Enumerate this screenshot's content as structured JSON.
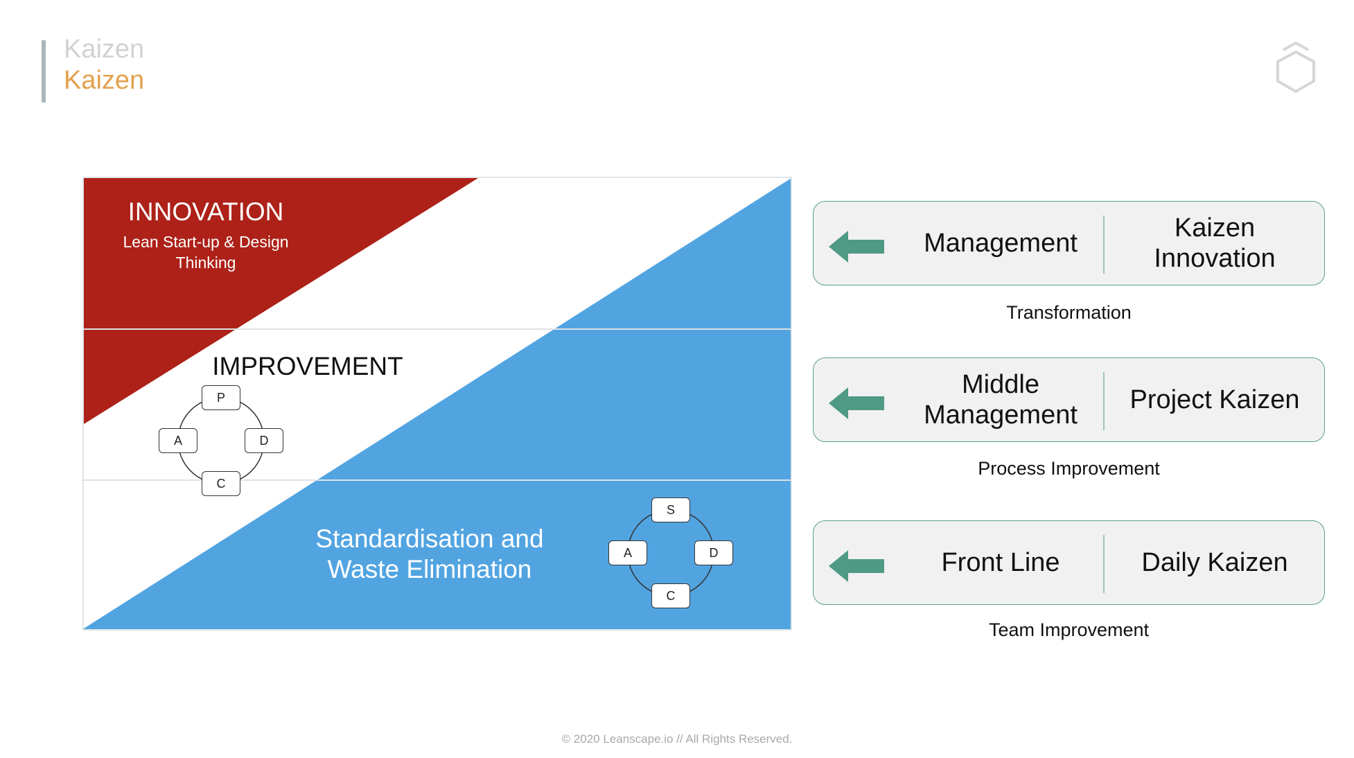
{
  "header": {
    "title_faded": "Kaizen",
    "title": "Kaizen"
  },
  "logo": {
    "icon": "hexagon-logo-icon"
  },
  "diagram": {
    "innovation": {
      "title": "INNOVATION",
      "subtitle_line1": "Lean Start-up & Design",
      "subtitle_line2": "Thinking"
    },
    "improvement": {
      "title": "IMPROVEMENT"
    },
    "standardisation": {
      "title_line1": "Standardisation and",
      "title_line2": "Waste Elimination"
    },
    "pdca": [
      "P",
      "D",
      "C",
      "A"
    ],
    "sdca": [
      "S",
      "D",
      "C",
      "A"
    ],
    "colors": {
      "innovation": "#ad2118",
      "standardisation": "#52a4e1",
      "arrow": "#4f9a85"
    }
  },
  "levels": [
    {
      "left_line1": "Management",
      "left_line2": "",
      "right_line1": "Kaizen",
      "right_line2": "Innovation",
      "caption": "Transformation"
    },
    {
      "left_line1": "Middle",
      "left_line2": "Management",
      "right_line1": "Project Kaizen",
      "right_line2": "",
      "caption": "Process Improvement"
    },
    {
      "left_line1": "Front Line",
      "left_line2": "",
      "right_line1": "Daily Kaizen",
      "right_line2": "",
      "caption": "Team Improvement"
    }
  ],
  "footer": {
    "text": "© 2020 Leanscape.io // All Rights Reserved."
  }
}
